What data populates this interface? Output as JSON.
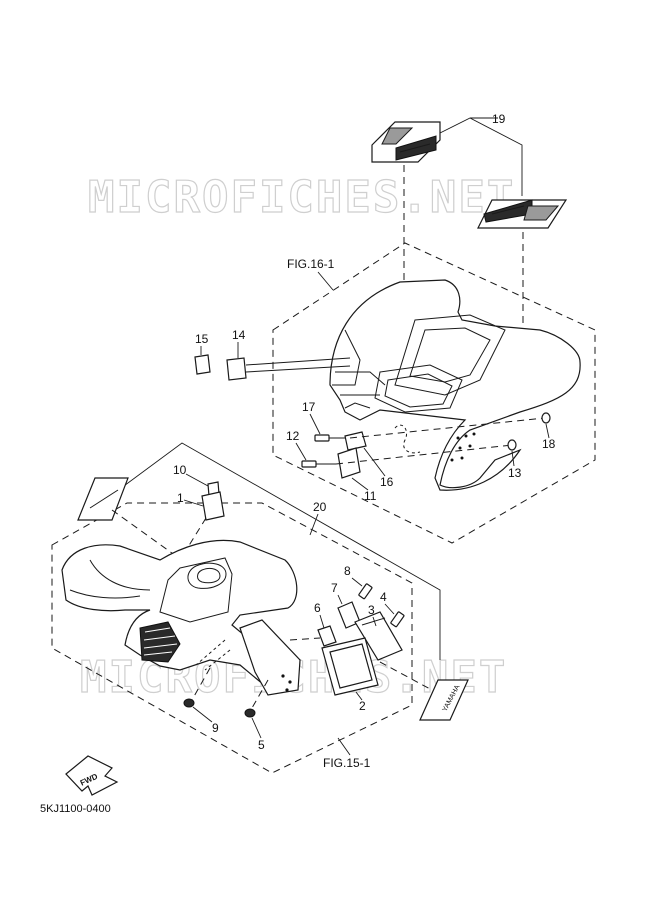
{
  "watermark": {
    "text_top": "MICROFICHES.NET",
    "text_bottom": "MICROFICHES.NET"
  },
  "figure_refs": {
    "rear": "FIG.16-1",
    "front": "FIG.15-1"
  },
  "diagram_code": "5KJ1100-0400",
  "fwd_label": "FWD",
  "decal_text": "YAMAHA",
  "callouts": {
    "n1": "1",
    "n2": "2",
    "n3": "3",
    "n4": "4",
    "n5": "5",
    "n6": "6",
    "n7": "7",
    "n8": "8",
    "n9": "9",
    "n10": "10",
    "n11": "11",
    "n12": "12",
    "n13": "13",
    "n14": "14",
    "n15": "15",
    "n16": "16",
    "n17": "17",
    "n18": "18",
    "n19": "19",
    "n20": "20"
  }
}
